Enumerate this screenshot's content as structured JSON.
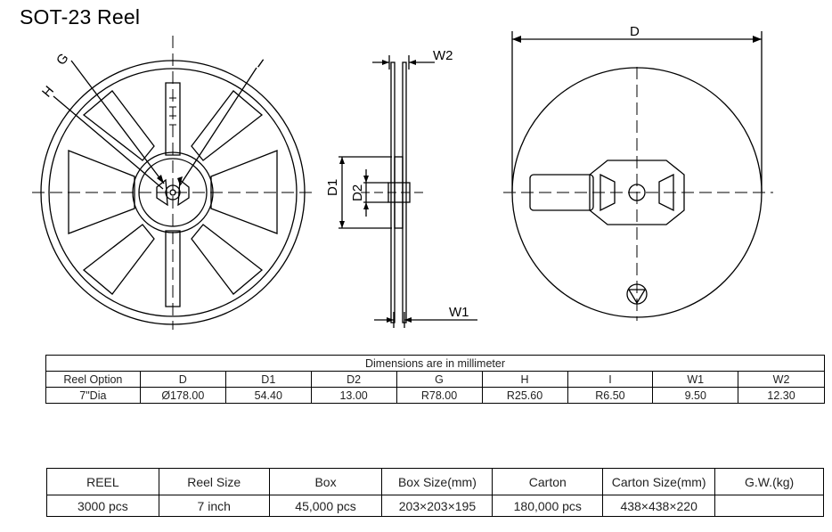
{
  "title": "SOT-23 Reel",
  "drawing_labels": {
    "G": "G",
    "H": "H",
    "I": "I",
    "W2": "W2",
    "W1": "W1",
    "D1": "D1",
    "D2": "D2",
    "D": "D"
  },
  "dimensions_table": {
    "caption": "Dimensions are in millimeter",
    "headers": [
      "Reel Option",
      "D",
      "D1",
      "D2",
      "G",
      "H",
      "I",
      "W1",
      "W2"
    ],
    "row": [
      "7\"Dia",
      "Ø178.00",
      "54.40",
      "13.00",
      "R78.00",
      "R25.60",
      "R6.50",
      "9.50",
      "12.30"
    ]
  },
  "packing_table": {
    "headers": [
      "REEL",
      "Reel Size",
      "Box",
      "Box Size(mm)",
      "Carton",
      "Carton Size(mm)",
      "G.W.(kg)"
    ],
    "row": [
      "3000 pcs",
      "7 inch",
      "45,000 pcs",
      "203×203×195",
      "180,000 pcs",
      "438×438×220",
      ""
    ]
  }
}
